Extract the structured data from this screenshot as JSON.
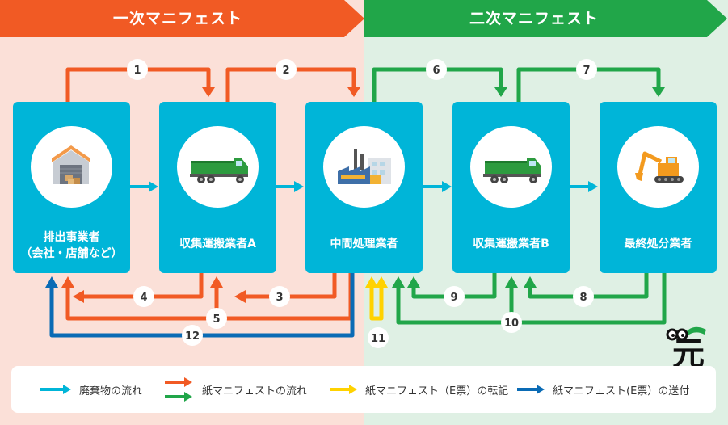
{
  "header": {
    "left_title": "一次マニフェスト",
    "right_title": "二次マニフェスト"
  },
  "nodes": [
    {
      "line1": "排出事業者",
      "line2": "（会社・店舗など）",
      "icon": "warehouse-icon"
    },
    {
      "line1": "収集運搬業者A",
      "icon": "truck-icon"
    },
    {
      "line1": "中間処理業者",
      "icon": "factory-icon"
    },
    {
      "line1": "収集運搬業者B",
      "icon": "truck-icon"
    },
    {
      "line1": "最終処分業者",
      "icon": "excavator-icon"
    }
  ],
  "steps": [
    "1",
    "2",
    "3",
    "4",
    "5",
    "6",
    "7",
    "8",
    "9",
    "10",
    "11",
    "12"
  ],
  "legend": {
    "waste_flow": "廃棄物の流れ",
    "paper_flow": "紙マニフェストの流れ",
    "e_transfer": "紙マニフェスト（E票）の転記",
    "e_send": "紙マニフェスト(E票）の送付"
  },
  "mascot_text": "元",
  "colors": {
    "orange": "#f15a24",
    "green": "#21a649",
    "cyan": "#00b5d8",
    "yellow": "#ffd200",
    "blue": "#0a6bb5"
  }
}
